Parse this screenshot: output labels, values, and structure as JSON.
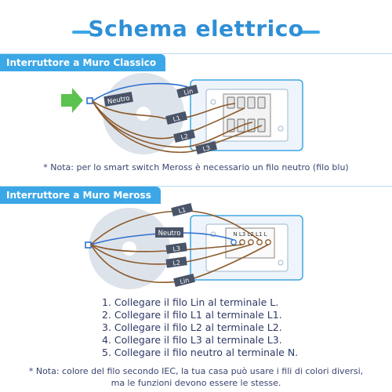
{
  "title": "Schema elettrico",
  "section1": {
    "label": "Interruttore a Muro Classico",
    "wire_labels": {
      "neutro": "Neutro",
      "lin": "Lin",
      "l1": "L1",
      "l2": "L2",
      "l3": "L3"
    },
    "note": "* Nota: per lo smart switch Meross è necessario un filo neutro (filo blu)"
  },
  "section2": {
    "label": "Interruttore a Muro Meross",
    "wire_labels": {
      "l1": "L1",
      "neutro": "Neutro",
      "l3": "L3",
      "l2": "L2",
      "lin": "Lin"
    },
    "terminal_labels": "N  L3  L2  L1  L"
  },
  "steps": [
    "1. Collegare il filo Lin al terminale L.",
    "2. Collegare il filo L1 al terminale L1.",
    "3. Collegare il filo L2 al terminale L2.",
    "4. Collegare il filo L3 al terminale L3.",
    "5. Collegare il filo neutro al terminale N."
  ],
  "footer_note": {
    "line1": "* Nota: colore del filo secondo IEC, la tua casa può usare i fili di colori diversi,",
    "line2": "ma le funzioni devono essere le stesse."
  },
  "colors": {
    "accent": "#3ba7e6",
    "title": "#2f8fd6",
    "wire_brown": "#8a5a2b",
    "wire_blue": "#2e6fd0",
    "arrow_green": "#5cc24e",
    "tag": "#4a5468"
  }
}
